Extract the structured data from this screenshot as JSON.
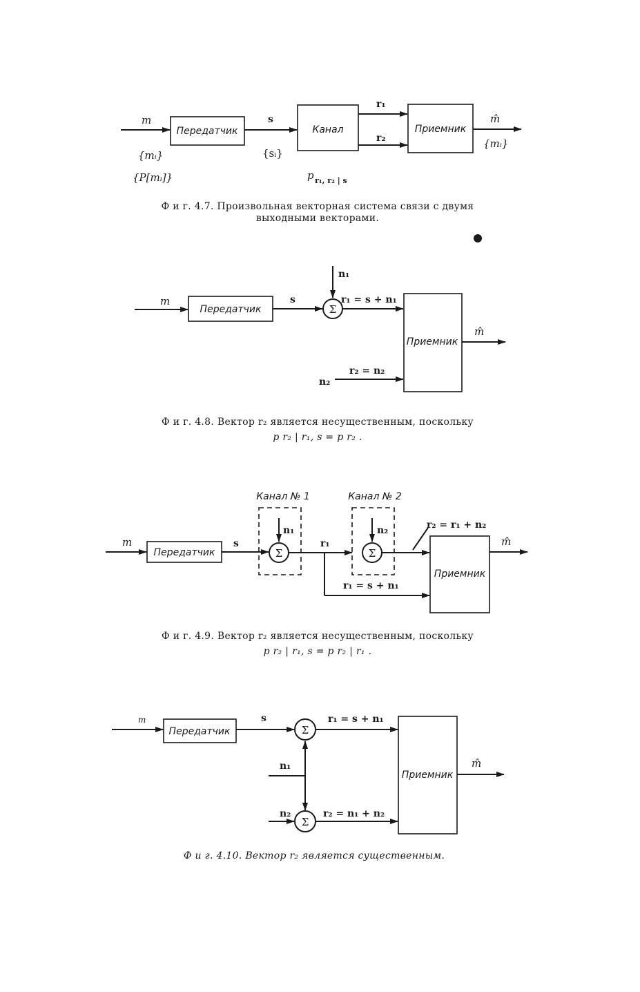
{
  "fig47": {
    "m": "m",
    "transmitter": "Передатчик",
    "s": "s",
    "channel": "Канал",
    "r1": "r₁",
    "r2": "r₂",
    "receiver": "Приемник",
    "mhat": "m̂",
    "mi_set": "{mᵢ}",
    "si_set": "{sᵢ}",
    "pmi_set": "{P[mᵢ]}",
    "p_cond": "p",
    "p_sub": "r₁, r₂ | s",
    "mi_out": "{mᵢ}",
    "caption": "Ф и г.  4.7.  Произвольная векторная система связи с двумя",
    "caption2": "выходными векторами."
  },
  "fig48": {
    "m": "m",
    "transmitter": "Передатчик",
    "s": "s",
    "n1": "n₁",
    "sigma": "Σ",
    "r1_eq": "r₁ = s + n₁",
    "receiver": "Приемник",
    "mhat": "m̂",
    "r2_eq": "r₂ = n₂",
    "n2": "n₂",
    "caption": "Ф и г. 4.8.  Вектор  r₂  является  несущественным,  поскольку",
    "caption2": "p r₂ | r₁, s  =  p r₂ ."
  },
  "fig49": {
    "ch1": "Канал № 1",
    "ch2": "Канал № 2",
    "m": "m",
    "transmitter": "Передатчик",
    "s": "s",
    "n1": "n₁",
    "n2": "n₂",
    "sigma": "Σ",
    "r1": "r₁",
    "r2_eq": "r₂ = r₁ + n₂",
    "r1_eq": "r₁ = s + n₁",
    "receiver": "Приемник",
    "mhat": "m̂",
    "caption": "Ф и г.  4.9.  Вектор  r₂  является несущественным,  поскольку",
    "caption2": "p r₂ | r₁,  s = p r₂ | r₁ ."
  },
  "fig410": {
    "m": "m",
    "transmitter": "Передатчик",
    "s": "s",
    "sigma": "Σ",
    "r1_eq": "r₁ = s + n₁",
    "n1": "n₁",
    "n2": "n₂",
    "r2_eq": "r₂ = n₁ + n₂",
    "receiver": "Приемник",
    "mhat": "m̂",
    "caption": "Ф и г.  4.10.  Вектор  r₂  является  существенным."
  }
}
